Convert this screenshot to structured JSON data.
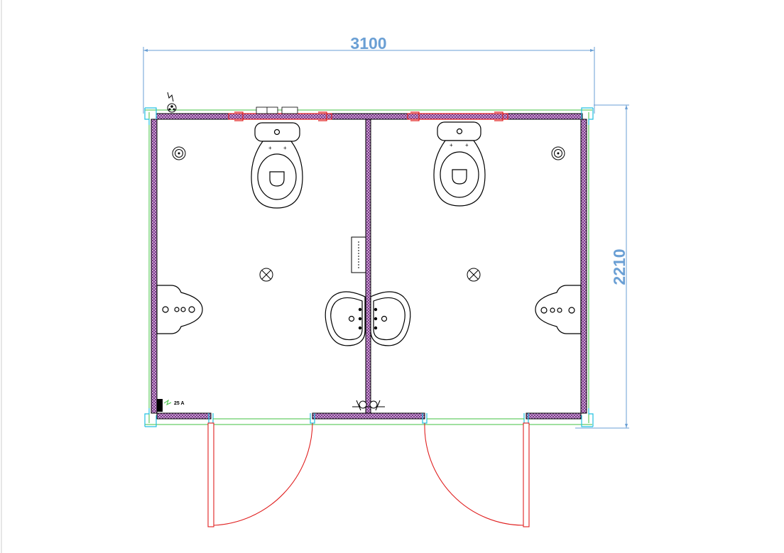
{
  "dimensions": {
    "width_label": "3100",
    "height_label": "2210"
  },
  "breaker_label": "25 A",
  "colors": {
    "dimension": "#6a9fd4",
    "wall_fill": "#b060c0",
    "wall_outline": "#000000",
    "door": "#e02020",
    "cyan": "#20c0e0",
    "green": "#40c040",
    "fixture": "#000000"
  },
  "rooms": [
    {
      "fixtures": [
        "toilet-bowl",
        "urinal",
        "wash-basin",
        "ceiling-light",
        "floor-drain"
      ]
    },
    {
      "fixtures": [
        "toilet-bowl",
        "urinal",
        "wash-basin",
        "ceiling-light",
        "floor-drain"
      ]
    }
  ]
}
